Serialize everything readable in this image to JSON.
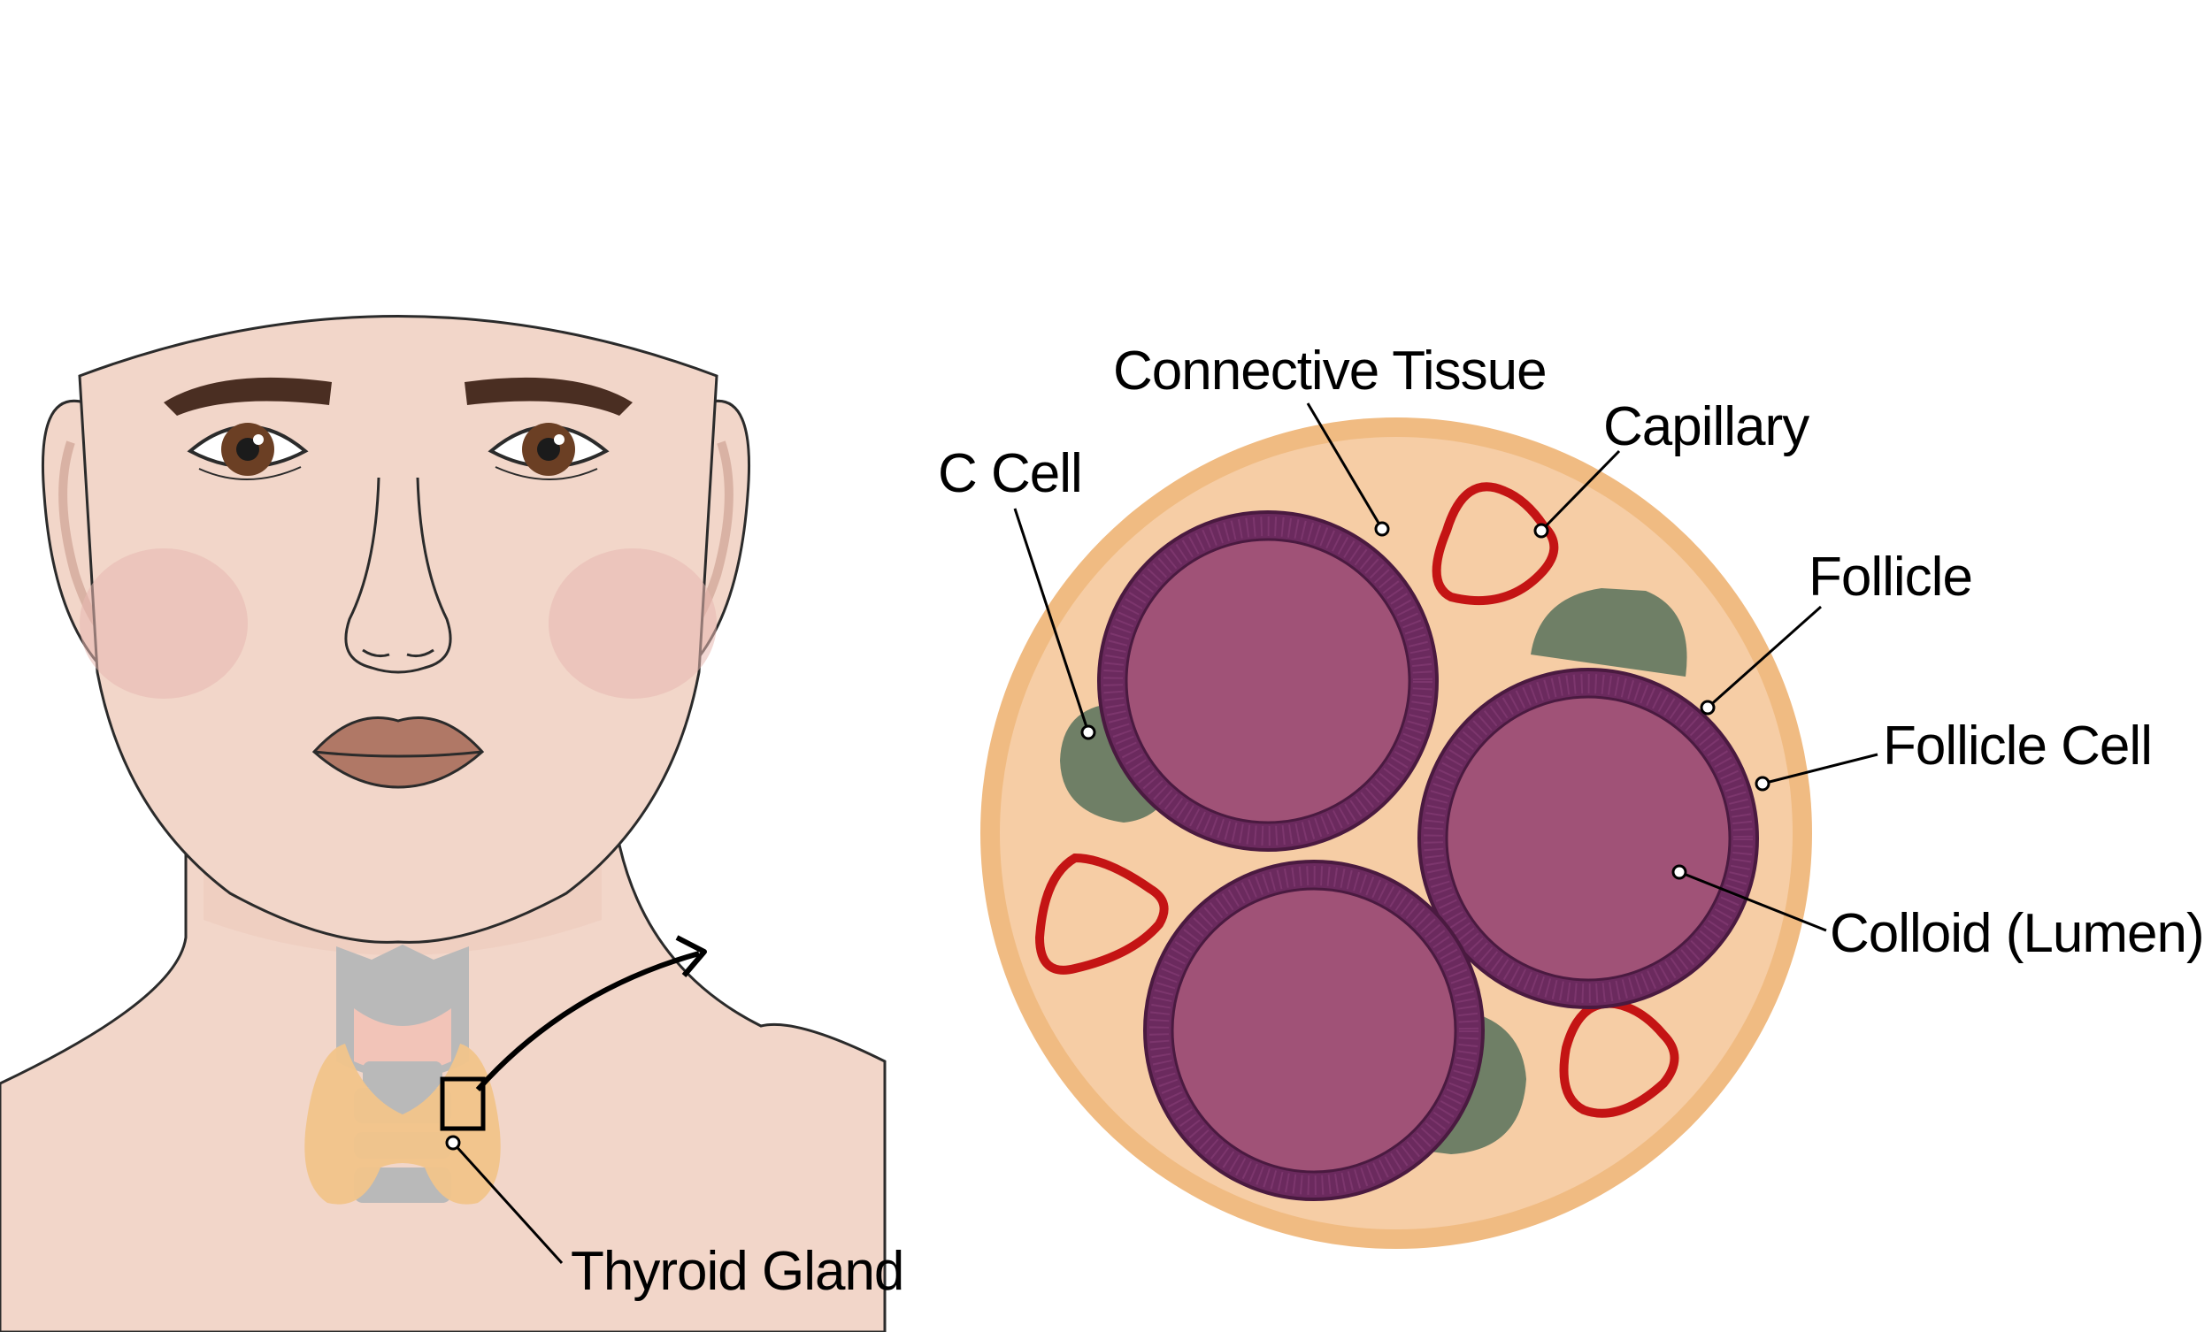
{
  "labels": {
    "thyroid_gland": "Thyroid Gland",
    "connective_tissue": "Connective Tissue",
    "capillary": "Capillary",
    "c_cell": "C Cell",
    "follicle": "Follicle",
    "follicle_cell": "Follicle Cell",
    "colloid": "Colloid (Lumen)"
  },
  "colors": {
    "skin": "#f2d6c9",
    "skin_line": "#2b2b2b",
    "eyebrow": "#4a2e22",
    "iris": "#6b3f24",
    "lips": "#b07866",
    "cheek": "#e8b8b0",
    "cartilage": "#b9b9b9",
    "thyroid": "#f1c48a",
    "tissue_outer": "#f0bb82",
    "tissue_inner": "#f6cda5",
    "follicle_cell_ring": "#6b2a5e",
    "colloid": "#a05277",
    "c_cell": "#6f7f66",
    "capillary": "#c41414",
    "arrow": "#000000"
  }
}
